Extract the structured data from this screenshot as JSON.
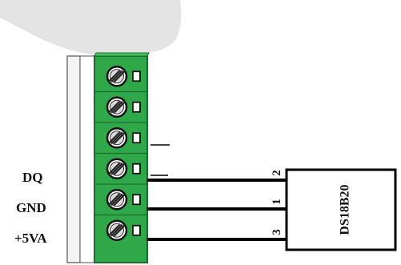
{
  "terminal_block": {
    "positions": 6,
    "color": "#2fa84a",
    "screw_icon": "slotted-screw-icon"
  },
  "pins": [
    {
      "label": "DQ",
      "wire_number": "2"
    },
    {
      "label": "GND",
      "wire_number": "1"
    },
    {
      "label": "+5VA",
      "wire_number": "3"
    }
  ],
  "sensor": {
    "label": "DS18B20"
  },
  "colors": {
    "wire": "#000000",
    "terminal_green": "#2fa84a",
    "terminal_dark": "#1d6e2e",
    "housing_gray": "#e6e6e6"
  }
}
